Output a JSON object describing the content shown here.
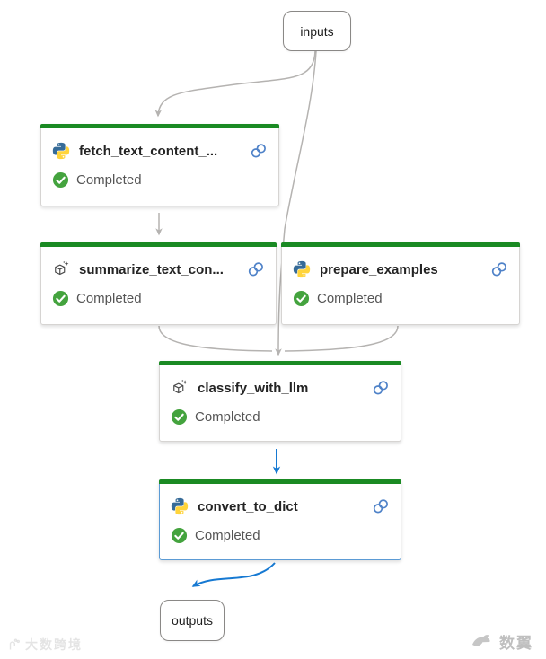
{
  "colors": {
    "canvas_bg": "#ffffff",
    "node_bar_green": "#1a8a23",
    "status_green": "#44a33e",
    "edge_gray": "#b5b3b1",
    "edge_blue": "#1679d2",
    "link_blue": "#4f82c8",
    "node_border": "#d6d4d2",
    "selected_border": "#5b9bd5",
    "io_border": "#8a8886",
    "title_text": "#242424",
    "status_text": "#555555",
    "python_blue": "#366b98",
    "python_yellow": "#ffd43b"
  },
  "diagram": {
    "input_node": {
      "label": "inputs"
    },
    "output_node": {
      "label": "outputs"
    },
    "nodes": [
      {
        "title": "fetch_text_content_...",
        "icon": "python-icon",
        "status": "Completed",
        "selected": false
      },
      {
        "title": "summarize_text_con...",
        "icon": "llm-tool-icon",
        "status": "Completed",
        "selected": false
      },
      {
        "title": "prepare_examples",
        "icon": "python-icon",
        "status": "Completed",
        "selected": false
      },
      {
        "title": "classify_with_llm",
        "icon": "llm-tool-icon",
        "status": "Completed",
        "selected": false
      },
      {
        "title": "convert_to_dict",
        "icon": "python-icon",
        "status": "Completed",
        "selected": true
      }
    ]
  },
  "watermarks": {
    "bottom_left": "大数跨境",
    "bottom_right": "数翼"
  }
}
